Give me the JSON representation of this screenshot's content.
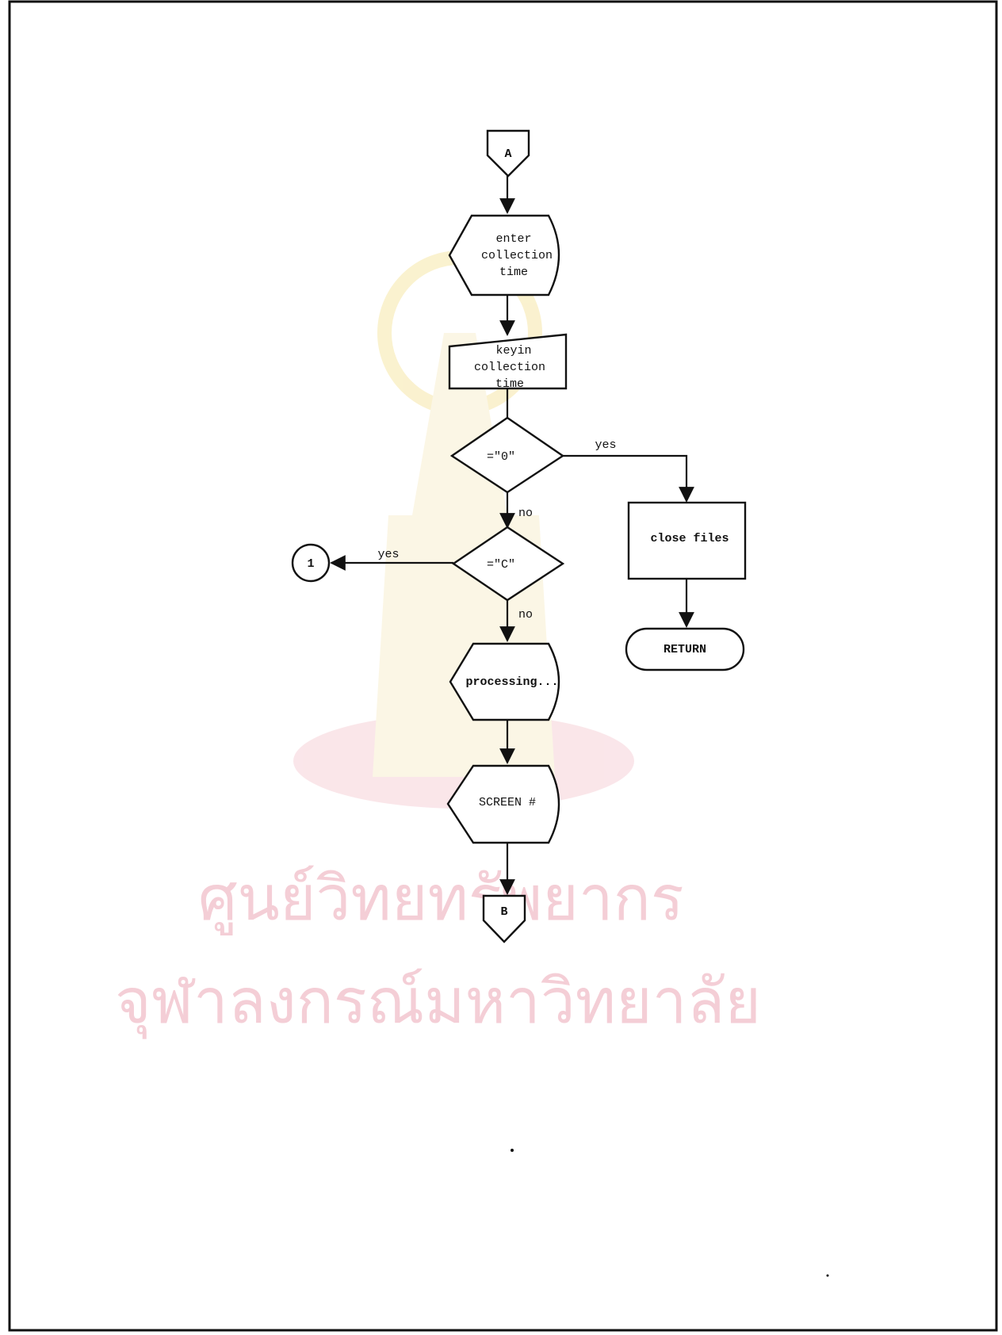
{
  "diagram": {
    "type": "flowchart",
    "nodes": {
      "connector_a": "A",
      "display_enter": [
        "enter",
        "collection",
        "time"
      ],
      "input_keyin": [
        "keyin",
        "collection",
        "time"
      ],
      "decision_zero": "=\"0\"",
      "decision_c": "=\"C\"",
      "connector_1": "1",
      "process_close": "close files",
      "terminal_return": "RETURN",
      "display_processing": "processing...",
      "display_screen": "SCREEN #",
      "connector_b": "B"
    },
    "edge_labels": {
      "zero_yes": "yes",
      "zero_no": "no",
      "c_yes": "yes",
      "c_no": "no"
    }
  },
  "watermark": {
    "line1": "ศูนย์วิทยทรัพยากร",
    "line2": "จุฬาลงกรณ์มหาวิทยาลัย",
    "color": "#f3c6cf"
  }
}
